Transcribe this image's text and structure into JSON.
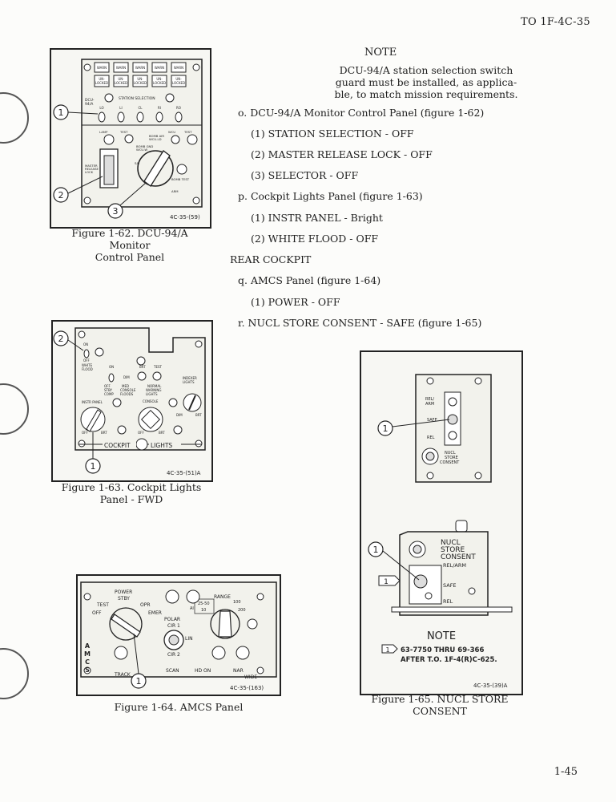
{
  "header": {
    "doc_id": "TO 1F-4C-35"
  },
  "note_top": {
    "title": "NOTE",
    "line1": "DCU-94/A station selection switch",
    "line2": "guard must be installed, as applica-",
    "line3": "ble, to match mission requirements."
  },
  "steps": {
    "o": "o. DCU-94/A Monitor Control Panel (figure 1-62)",
    "o1": "(1) STATION SELECTION - OFF",
    "o2": "(2) MASTER RELEASE LOCK - OFF",
    "o3": "(3) SELECTOR - OFF",
    "p": "p. Cockpit Lights Panel (figure 1-63)",
    "p1": "(1) INSTR PANEL - Bright",
    "p2": "(2) WHITE FLOOD - OFF",
    "rear": "REAR COCKPIT",
    "q": "q. AMCS Panel (figure 1-64)",
    "q1": "(1) POWER - OFF",
    "r": "r. NUCL STORE CONSENT - SAFE (figure 1-65)"
  },
  "fig62": {
    "caption1": "Figure 1-62.  DCU-94/A Monitor",
    "caption2": "Control Panel",
    "code": "4C-35-(59)",
    "warn": "WARN",
    "unlocked1": "UN-",
    "unlocked2": "LOCKED",
    "station_selection": "STATION SELECTION",
    "dcu1": "DCU-",
    "dcu2": "94/A",
    "stations": [
      "LO",
      "LI",
      "CL",
      "RI",
      "RO"
    ],
    "lamp": "LAMP",
    "test": "TEST",
    "wcu": "WCU",
    "bomb_air1": "BOMB AIR",
    "bomb_air2": "WCU-LD",
    "bomb_gnd1": "BOMB GND",
    "bomb_gnd2": "WCU-W",
    "safe": "SAFE",
    "bomb_test": "BOMB TEST",
    "master_release1": "MASTER",
    "master_release2": "RELEASE",
    "master_release3": "LOCK",
    "off": "OFF",
    "arm": "ARM",
    "callouts": [
      "1",
      "2",
      "3"
    ]
  },
  "fig63": {
    "caption1": "Figure 1-63.  Cockpit Lights",
    "caption2": "Panel - FWD",
    "code": "4C-35-(51)A",
    "on": "ON",
    "off": "OFF",
    "white_flood1": "WHITE",
    "white_flood2": "FLOOD",
    "brt": "BRT",
    "test": "TEST",
    "dim": "DIM",
    "med": "MED",
    "normal": "NORMAL",
    "stby1": "STBY",
    "stby2": "COMP",
    "console_floods1": "CONSOLE",
    "console_floods2": "FLOODS",
    "warning_lights1": "WARNING",
    "warning_lights2": "LIGHTS",
    "indexer1": "INDEXER",
    "indexer2": "LIGHTS",
    "instr_panel": "INSTR PANEL",
    "console": "CONSOLE",
    "title_left": "COCKPIT",
    "title_right": "LIGHTS",
    "callouts": [
      "2",
      "1"
    ]
  },
  "fig64": {
    "caption": "Figure 1-64.  AMCS Panel",
    "code": "4C-35-(163)",
    "power": "POWER",
    "stby": "STBY",
    "test": "TEST",
    "opr": "OPR",
    "off": "OFF",
    "emer": "EMER",
    "polar": "POLAR",
    "cir1": "CIR 1",
    "lin": "LIN",
    "cir2": "CIR 2",
    "range": "RANGE",
    "r1": "25-50",
    "r2": "100",
    "r3": "200",
    "r4": "10",
    "ai": "AI",
    "scan": "SCAN",
    "hd_on": "HD ON",
    "nar": "NAR",
    "wide": "WIDE",
    "track": "TRACK",
    "amcs": [
      "A",
      "M",
      "C",
      "S"
    ],
    "callout": "1"
  },
  "fig65": {
    "caption1": "Figure 1-65.  NUCL STORE",
    "caption2": "CONSENT",
    "code": "4C-35-(39)A",
    "rel_arm1": "REL/",
    "rel_arm2": "ARM",
    "safe": "SAFE",
    "rel": "REL",
    "nucl1": "NUCL",
    "nucl2": "STORE",
    "nucl3": "CONSENT",
    "big_nucl1": "NUCL",
    "big_nucl2": "STORE",
    "big_nucl3": "CONSENT",
    "big_rel_arm": "REL/ARM",
    "big_safe": "SAFE",
    "big_rel": "REL",
    "note_title": "NOTE",
    "note_ref": "1",
    "note_line1": "63-7750 THRU 69-366",
    "note_line2": "AFTER T.O. 1F-4(R)C-625.",
    "callouts": [
      "1",
      "1"
    ]
  },
  "footer": {
    "page_number": "1-45"
  }
}
